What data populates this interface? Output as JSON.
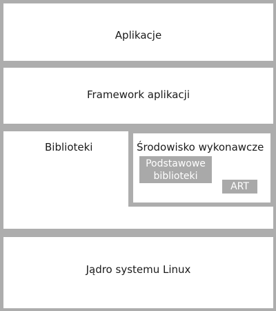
{
  "layers": {
    "applications": "Aplikacje",
    "framework": "Framework aplikacji",
    "libraries": "Biblioteki",
    "runtime": {
      "title": "Środowisko wykonawcze",
      "core_libs_line1": "Podstawowe",
      "core_libs_line2": "biblioteki",
      "art": "ART"
    },
    "kernel": "Jądro systemu Linux"
  }
}
